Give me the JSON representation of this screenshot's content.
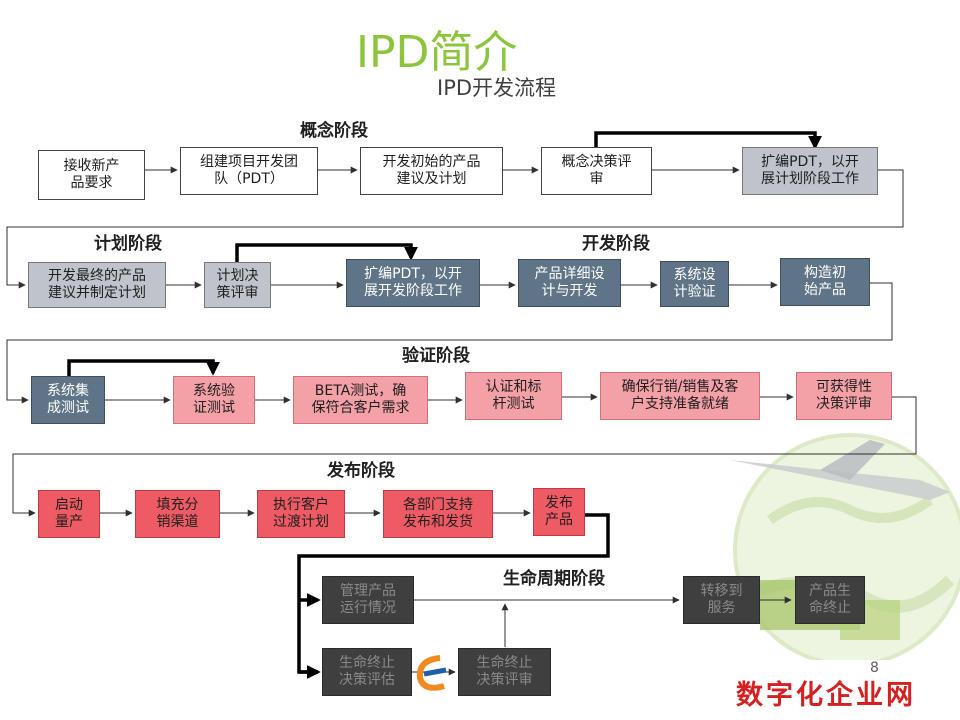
{
  "slide": {
    "title": "IPD简介",
    "subtitle": "IPD开发流程",
    "page_number": "8",
    "watermark": "数字化企业网"
  },
  "colors": {
    "title_green": "#8cc43c",
    "box_white": "#ffffff",
    "box_gray": "#bfc4cc",
    "box_slate": "#5f7487",
    "box_pink": "#f4a0a7",
    "box_red": "#ef5b64",
    "box_dark": "#3f3f3f",
    "watermark_red": "#d42020"
  },
  "stages": {
    "concept": "概念阶段",
    "plan": "计划阶段",
    "develop": "开发阶段",
    "verify": "验证阶段",
    "release": "发布阶段",
    "lifecycle": "生命周期阶段"
  },
  "boxes": {
    "b1": "接收新产\n品要求",
    "b2": "组建项目开发团\n队（PDT）",
    "b3": "开发初始的产品\n建议及计划",
    "b4": "概念决策评\n审",
    "b5": "扩编PDT，以开\n展计划阶段工作",
    "b6": "开发最终的产品\n建议并制定计划",
    "b7": "计划决\n策评审",
    "b8": "扩编PDT，以开\n展开发阶段工作",
    "b9": "产品详细设\n计与开发",
    "b10": "系统设\n计验证",
    "b11": "构造初\n始产品",
    "b12": "系统集\n成测试",
    "b13": "系统验\n证测试",
    "b14": "BETA测试，确\n保符合客户需求",
    "b15": "认证和标\n杆测试",
    "b16": "确保行销/销售及客\n户支持准备就绪",
    "b17": "可获得性\n决策评审",
    "b18": "启动\n量产",
    "b19": "填充分\n销渠道",
    "b20": "执行客户\n过渡计划",
    "b21": "各部门支持\n发布和发货",
    "b22": "发布\n产品",
    "b23": "管理产品\n运行情况",
    "b24": "转移到\n服务",
    "b25": "产品生\n命终止",
    "b26": "生命终止\n决策评估",
    "b27": "生命终止\n决策评审"
  }
}
